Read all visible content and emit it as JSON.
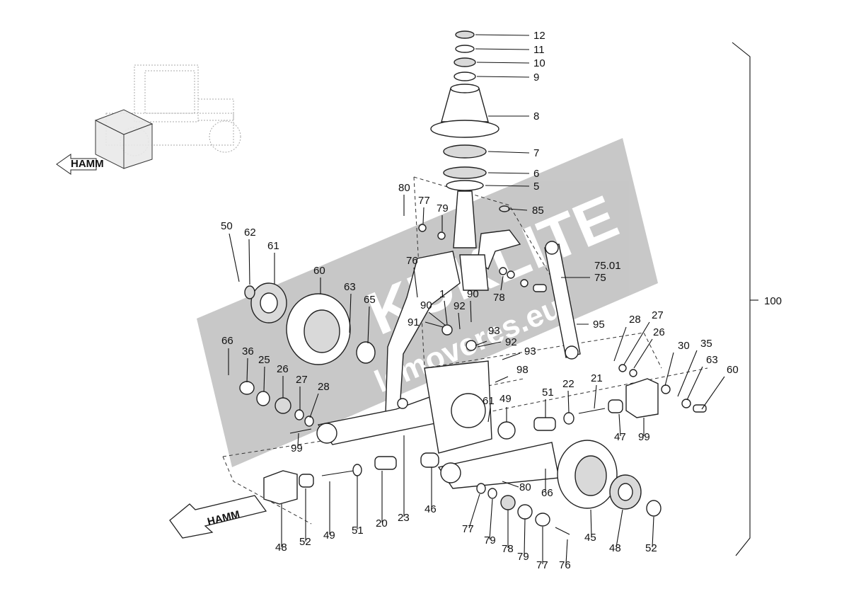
{
  "diagram": {
    "group_label": "100",
    "arrow_text_small": "HAMM",
    "arrow_text_large": "HAMM",
    "watermark": {
      "text_main": "KUKLITE",
      "text_sub": "lemoveres.eu",
      "color": "#9a9a9a"
    },
    "callouts": [
      "12",
      "11",
      "10",
      "9",
      "8",
      "7",
      "6",
      "5",
      "85",
      "75.01",
      "75",
      "95",
      "80",
      "77",
      "79",
      "78",
      "76",
      "1",
      "90",
      "90",
      "92",
      "91",
      "93",
      "92",
      "93",
      "98",
      "50",
      "62",
      "61",
      "60",
      "63",
      "65",
      "66",
      "36",
      "25",
      "26",
      "27",
      "28",
      "99",
      "23",
      "20",
      "51",
      "49",
      "52",
      "48",
      "46",
      "66",
      "80",
      "77",
      "79",
      "78",
      "79",
      "77",
      "76",
      "45",
      "48",
      "52",
      "49",
      "51",
      "22",
      "21",
      "47",
      "99",
      "28",
      "27",
      "26",
      "30",
      "35",
      "63",
      "60",
      "61"
    ]
  }
}
